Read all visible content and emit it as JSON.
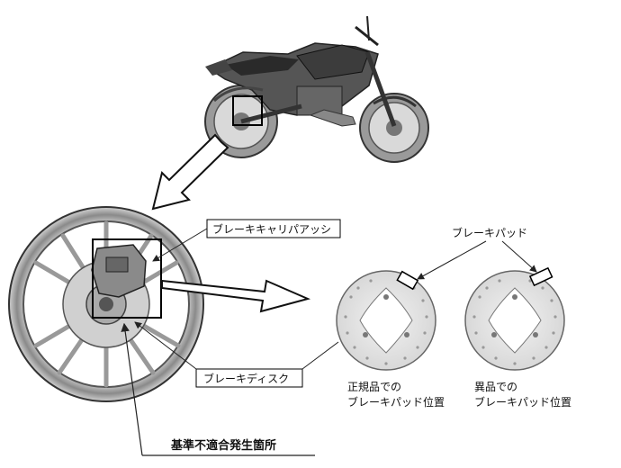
{
  "labels": {
    "caliper_assembly": "ブレーキキャリパアッシ",
    "brake_pad": "ブレーキパッド",
    "brake_disc": "ブレーキディスク",
    "nonconformity_location": "基準不適合発生箇所",
    "genuine_caption_line1": "正規品での",
    "genuine_caption_line2": "ブレーキパッド位置",
    "different_caption_line1": "異品での",
    "different_caption_line2": "ブレーキパッド位置"
  }
}
